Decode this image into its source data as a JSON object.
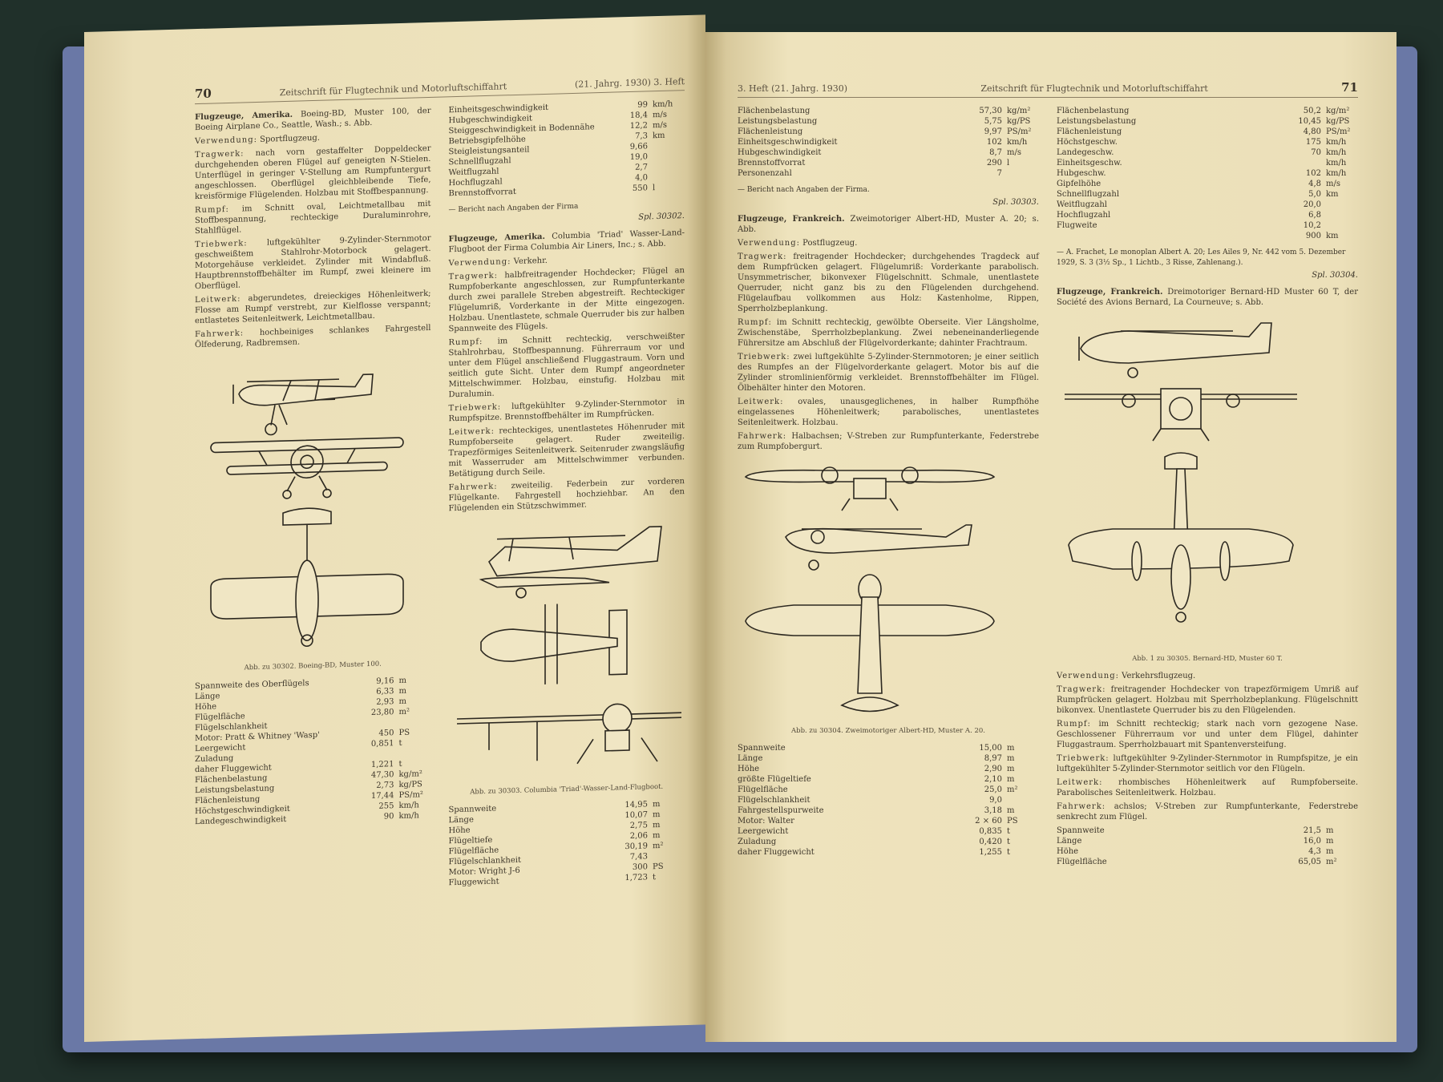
{
  "left_page": {
    "page_number": "70",
    "running_head": "Zeitschrift für Flugtechnik und Motorluftschiffahrt",
    "issue": "(21. Jahrg. 1930) 3. Heft",
    "col1": {
      "entry_heading": "Flugzeuge, Amerika.",
      "entry_title": "Boeing-BD, Muster 100, der Boeing Airplane Co., Seattle, Wash.; s. Abb.",
      "paragraphs": [
        {
          "label": "Verwendung:",
          "text": "Sportflugzeug."
        },
        {
          "label": "Tragwerk:",
          "text": "nach vorn gestaffelter Doppeldecker durchgehenden oberen Flügel auf geneigten N-Stielen. Unterflügel in geringer V-Stellung am Rumpfuntergurt angeschlossen. Oberflügel gleichbleibende Tiefe, kreisförmige Flügelenden. Holzbau mit Stoffbespannung."
        },
        {
          "label": "Rumpf:",
          "text": "im Schnitt oval, Leichtmetallbau mit Stoffbespannung, rechteckige Duraluminrohre, Stahlflügel."
        },
        {
          "label": "Triebwerk:",
          "text": "luftgekühlter 9-Zylinder-Sternmotor geschweißtem Stahlrohr-Motorbock gelagert. Motorgehäuse verkleidet. Zylinder mit Windabfluß. Hauptbrennstoffbehälter im Rumpf, zwei kleinere im Oberflügel."
        },
        {
          "label": "Leitwerk:",
          "text": "abgerundetes, dreieckiges Höhenleitwerk; Flosse am Rumpf verstrebt, zur Kielflosse verspannt; entlastetes Seitenleitwerk, Leichtmetallbau."
        },
        {
          "label": "Fahrwerk:",
          "text": "hochbeiniges schlankes Fahrgestell Ölfederung, Radbremsen."
        }
      ],
      "fig_caption": "Abb. zu 30302. Boeing-BD, Muster 100.",
      "specs": [
        {
          "k": "Spannweite des Oberflügels",
          "v": "9,16",
          "u": "m"
        },
        {
          "k": "Länge",
          "v": "6,33",
          "u": "m"
        },
        {
          "k": "Höhe",
          "v": "2,93",
          "u": "m"
        },
        {
          "k": "Flügelfläche",
          "v": "23,80",
          "u": "m²"
        },
        {
          "k": "Flügelschlankheit",
          "v": "",
          "u": ""
        },
        {
          "k": "Motor: Pratt & Whitney 'Wasp'",
          "v": "450",
          "u": "PS"
        },
        {
          "k": "Leergewicht",
          "v": "0,851",
          "u": "t"
        },
        {
          "k": "Zuladung",
          "v": "",
          "u": ""
        },
        {
          "k": "daher Fluggewicht",
          "v": "1,221",
          "u": "t"
        },
        {
          "k": "Flächenbelastung",
          "v": "47,30",
          "u": "kg/m²"
        },
        {
          "k": "Leistungsbelastung",
          "v": "2,73",
          "u": "kg/PS"
        },
        {
          "k": "Flächenleistung",
          "v": "17,44",
          "u": "PS/m²"
        },
        {
          "k": "Höchstgeschwindigkeit",
          "v": "255",
          "u": "km/h"
        },
        {
          "k": "Landegeschwindigkeit",
          "v": "90",
          "u": "km/h"
        }
      ]
    },
    "col2": {
      "specs_top": [
        {
          "k": "Einheitsgeschwindigkeit",
          "v": "99",
          "u": "km/h"
        },
        {
          "k": "Hubgeschwindigkeit",
          "v": "18,4",
          "u": "m/s"
        },
        {
          "k": "Steiggeschwindigkeit in Bodennähe",
          "v": "12,2",
          "u": "m/s"
        },
        {
          "k": "Betriebsgipfelhöhe",
          "v": "7,3",
          "u": "km"
        },
        {
          "k": "Steigleistungsanteil",
          "v": "9,66",
          "u": ""
        },
        {
          "k": "Schnellflugzahl",
          "v": "19,0",
          "u": ""
        },
        {
          "k": "Weitflugzahl",
          "v": "2,7",
          "u": ""
        },
        {
          "k": "Hochflugzahl",
          "v": "4,0",
          "u": ""
        },
        {
          "k": "Brennstoffvorrat",
          "v": "550",
          "u": "l"
        }
      ],
      "source": "— Bericht nach Angaben der Firma",
      "ref": "Spl. 30302.",
      "entry_heading": "Flugzeuge, Amerika.",
      "entry_title": "Columbia 'Triad' Wasser-Land-Flugboot der Firma Columbia Air Liners, Inc.; s. Abb.",
      "paragraphs": [
        {
          "label": "Verwendung:",
          "text": "Verkehr."
        },
        {
          "label": "Tragwerk:",
          "text": "halbfreitragender Hochdecker; Flügel an Rumpfoberkante angeschlossen, zur Rumpfunterkante durch zwei parallele Streben abgestreift. Rechteckiger Flügelumriß, Vorderkante in der Mitte eingezogen. Holzbau. Unentlastete, schmale Querruder bis zur halben Spannweite des Flügels."
        },
        {
          "label": "Rumpf:",
          "text": "im Schnitt rechteckig, verschweißter Stahlrohrbau, Stoffbespannung. Führerraum vor und unter dem Flügel anschließend Fluggastraum. Vorn und seitlich gute Sicht. Unter dem Rumpf angeordneter Mittelschwimmer. Holzbau, einstufig. Holzbau mit Duralumin."
        },
        {
          "label": "Triebwerk:",
          "text": "luftgekühlter 9-Zylinder-Sternmotor in Rumpfspitze. Brennstoffbehälter im Rumpfrücken."
        },
        {
          "label": "Leitwerk:",
          "text": "rechteckiges, unentlastetes Höhenruder mit Rumpfoberseite gelagert. Ruder zweiteilig. Trapezförmiges Seitenleitwerk. Seitenruder zwangsläufig mit Wasserruder am Mittelschwimmer verbunden. Betätigung durch Seile."
        },
        {
          "label": "Fahrwerk:",
          "text": "zweiteilig. Federbein zur vorderen Flügelkante. Fahrgestell hochziehbar. An den Flügelenden ein Stützschwimmer."
        }
      ],
      "fig_caption": "Abb. zu 30303. Columbia 'Triad'-Wasser-Land-Flugboot.",
      "specs": [
        {
          "k": "Spannweite",
          "v": "14,95",
          "u": "m"
        },
        {
          "k": "Länge",
          "v": "10,07",
          "u": "m"
        },
        {
          "k": "Höhe",
          "v": "2,75",
          "u": "m"
        },
        {
          "k": "Flügeltiefe",
          "v": "2,06",
          "u": "m"
        },
        {
          "k": "Flügelfläche",
          "v": "30,19",
          "u": "m²"
        },
        {
          "k": "Flügelschlankheit",
          "v": "7,43",
          "u": ""
        },
        {
          "k": "Motor: Wright J-6",
          "v": "300",
          "u": "PS"
        },
        {
          "k": "Fluggewicht",
          "v": "1,723",
          "u": "t"
        }
      ]
    }
  },
  "right_page": {
    "page_number": "71",
    "running_head": "Zeitschrift für Flugtechnik und Motorluftschiffahrt",
    "issue": "3. Heft (21. Jahrg. 1930)",
    "col1": {
      "specs_top": [
        {
          "k": "Flächenbelastung",
          "v": "57,30",
          "u": "kg/m²"
        },
        {
          "k": "Leistungsbelastung",
          "v": "5,75",
          "u": "kg/PS"
        },
        {
          "k": "Flächenleistung",
          "v": "9,97",
          "u": "PS/m²"
        },
        {
          "k": "Einheitsgeschwindigkeit",
          "v": "102",
          "u": "km/h"
        },
        {
          "k": "Hubgeschwindigkeit",
          "v": "8,7",
          "u": "m/s"
        },
        {
          "k": "Brennstoffvorrat",
          "v": "290",
          "u": "l"
        },
        {
          "k": "Personenzahl",
          "v": "7",
          "u": ""
        }
      ],
      "source": "— Bericht nach Angaben der Firma.",
      "ref": "Spl. 30303.",
      "entry_heading": "Flugzeuge, Frankreich.",
      "entry_title": "Zweimotoriger Albert-HD, Muster A. 20; s. Abb.",
      "paragraphs": [
        {
          "label": "Verwendung:",
          "text": "Postflugzeug."
        },
        {
          "label": "Tragwerk:",
          "text": "freitragender Hochdecker; durchgehendes Tragdeck auf dem Rumpfrücken gelagert. Flügelumriß: Vorderkante parabolisch. Unsymmetrischer, bikonvexer Flügelschnitt. Schmale, unentlastete Querruder, nicht ganz bis zu den Flügelenden durchgehend. Flügelaufbau vollkommen aus Holz: Kastenholme, Rippen, Sperrholzbeplankung."
        },
        {
          "label": "Rumpf:",
          "text": "im Schnitt rechteckig, gewölbte Oberseite. Vier Längsholme, Zwischenstäbe, Sperrholzbeplankung. Zwei nebeneinanderliegende Führersitze am Abschluß der Flügelvorderkante; dahinter Frachtraum."
        },
        {
          "label": "Triebwerk:",
          "text": "zwei luftgekühlte 5-Zylinder-Sternmotoren; je einer seitlich des Rumpfes an der Flügelvorderkante gelagert. Motor bis auf die Zylinder stromlinienförmig verkleidet. Brennstoffbehälter im Flügel. Ölbehälter hinter den Motoren."
        },
        {
          "label": "Leitwerk:",
          "text": "ovales, unausgeglichenes, in halber Rumpfhöhe eingelassenes Höhenleitwerk; parabolisches, unentlastetes Seitenleitwerk. Holzbau."
        },
        {
          "label": "Fahrwerk:",
          "text": "Halbachsen; V-Streben zur Rumpfunterkante, Federstrebe zum Rumpfobergurt."
        }
      ],
      "fig_caption": "Abb. zu 30304. Zweimotoriger Albert-HD, Muster A. 20.",
      "specs": [
        {
          "k": "Spannweite",
          "v": "15,00",
          "u": "m"
        },
        {
          "k": "Länge",
          "v": "8,97",
          "u": "m"
        },
        {
          "k": "Höhe",
          "v": "2,90",
          "u": "m"
        },
        {
          "k": "größte Flügeltiefe",
          "v": "2,10",
          "u": "m"
        },
        {
          "k": "Flügelfläche",
          "v": "25,0",
          "u": "m²"
        },
        {
          "k": "Flügelschlankheit",
          "v": "9,0",
          "u": ""
        },
        {
          "k": "Fahrgestellspurweite",
          "v": "3,18",
          "u": "m"
        },
        {
          "k": "Motor: Walter",
          "v": "2 × 60",
          "u": "PS"
        },
        {
          "k": "Leergewicht",
          "v": "0,835",
          "u": "t"
        },
        {
          "k": "Zuladung",
          "v": "0,420",
          "u": "t"
        },
        {
          "k": "daher Fluggewicht",
          "v": "1,255",
          "u": "t"
        }
      ]
    },
    "col2": {
      "specs_top": [
        {
          "k": "Flächenbelastung",
          "v": "50,2",
          "u": "kg/m²"
        },
        {
          "k": "Leistungsbelastung",
          "v": "10,45",
          "u": "kg/PS"
        },
        {
          "k": "Flächenleistung",
          "v": "4,80",
          "u": "PS/m²"
        },
        {
          "k": "Höchstgeschw.",
          "v": "175",
          "u": "km/h"
        },
        {
          "k": "Landegeschw.",
          "v": "70",
          "u": "km/h"
        },
        {
          "k": "Einheitsgeschw.",
          "v": "",
          "u": "km/h"
        },
        {
          "k": "Hubgeschw.",
          "v": "102",
          "u": "km/h"
        },
        {
          "k": "Gipfelhöhe",
          "v": "4,8",
          "u": "m/s"
        },
        {
          "k": "Schnellflugzahl",
          "v": "5,0",
          "u": "km"
        },
        {
          "k": "Weitflugzahl",
          "v": "20,0",
          "u": ""
        },
        {
          "k": "Hochflugzahl",
          "v": "6,8",
          "u": ""
        },
        {
          "k": "Flugweite",
          "v": "10,2",
          "u": ""
        },
        {
          "k": "",
          "v": "900",
          "u": "km"
        }
      ],
      "source": "— A. Frachet, Le monoplan Albert A. 20; Les Ailes 9, Nr. 442 vom 5. Dezember 1929, S. 3 (3½ Sp., 1 Lichtb., 3 Risse, Zahlenang.).",
      "ref": "Spl. 30304.",
      "entry_heading": "Flugzeuge, Frankreich.",
      "entry_title": "Dreimotoriger Bernard-HD Muster 60 T, der Société des Avions Bernard, La Courneuve; s. Abb.",
      "fig_caption": "Abb. 1 zu 30305. Bernard-HD, Muster 60 T.",
      "paragraphs": [
        {
          "label": "Verwendung:",
          "text": "Verkehrsflugzeug."
        },
        {
          "label": "Tragwerk:",
          "text": "freitragender Hochdecker von trapezförmigem Umriß auf Rumpfrücken gelagert. Holzbau mit Sperrholzbeplankung. Flügelschnitt bikonvex. Unentlastete Querruder bis zu den Flügelenden."
        },
        {
          "label": "Rumpf:",
          "text": "im Schnitt rechteckig; stark nach vorn gezogene Nase. Geschlossener Führerraum vor und unter dem Flügel, dahinter Fluggastraum. Sperrholzbauart mit Spantenversteifung."
        },
        {
          "label": "Triebwerk:",
          "text": "luftgekühlter 9-Zylinder-Sternmotor in Rumpfspitze, je ein luftgekühlter 5-Zylinder-Sternmotor seitlich vor den Flügeln."
        },
        {
          "label": "Leitwerk:",
          "text": "rhombisches Höhenleitwerk auf Rumpfoberseite. Parabolisches Seitenleitwerk. Holzbau."
        },
        {
          "label": "Fahrwerk:",
          "text": "achslos; V-Streben zur Rumpfunterkante, Federstrebe senkrecht zum Flügel."
        }
      ],
      "specs": [
        {
          "k": "Spannweite",
          "v": "21,5",
          "u": "m"
        },
        {
          "k": "Länge",
          "v": "16,0",
          "u": "m"
        },
        {
          "k": "Höhe",
          "v": "4,3",
          "u": "m"
        },
        {
          "k": "Flügelfläche",
          "v": "65,05",
          "u": "m²"
        }
      ]
    }
  }
}
